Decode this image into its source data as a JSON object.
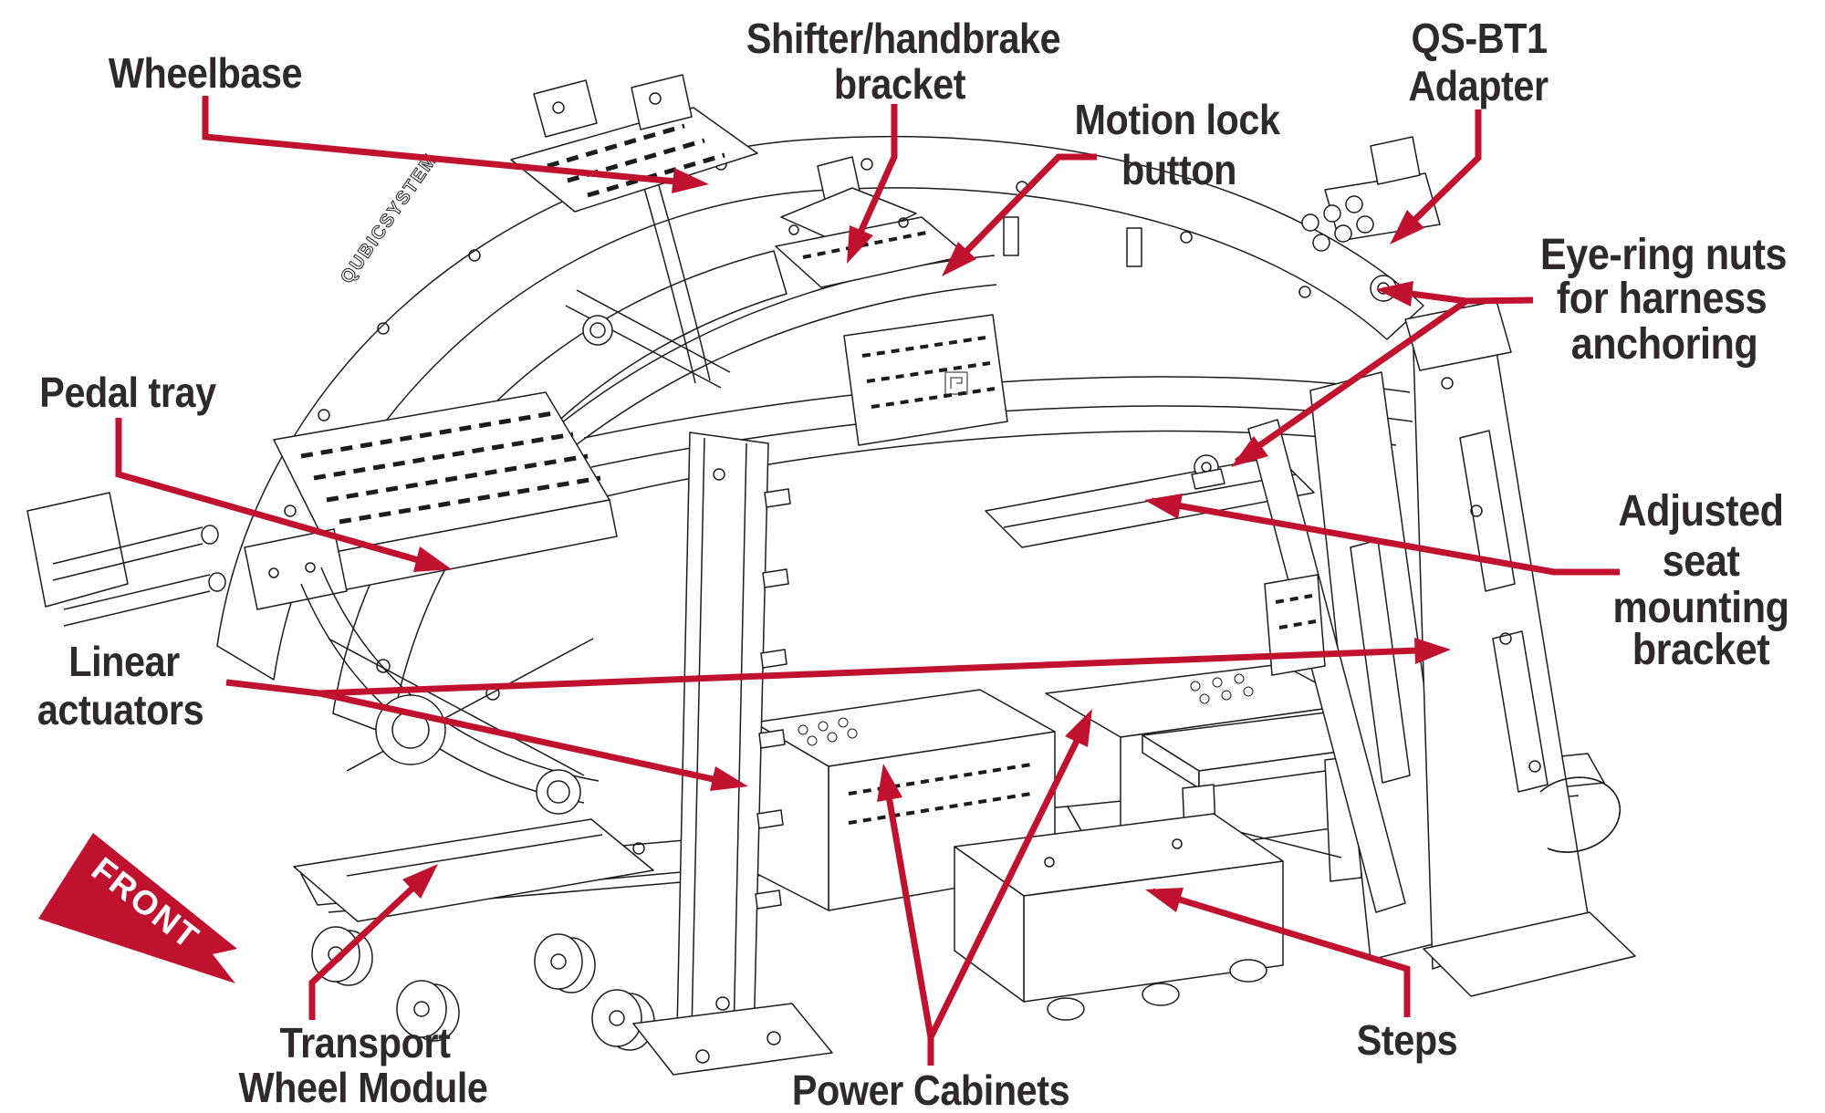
{
  "colors": {
    "accent": "#c0122f",
    "ink": "#2e2a2b",
    "line_art": "#1c1c1c"
  },
  "labels": {
    "wheelbase": {
      "lines": [
        "Wheelbase"
      ]
    },
    "shifter_bracket": {
      "lines": [
        "Shifter/handbrake",
        "bracket"
      ]
    },
    "motion_lock": {
      "lines": [
        "Motion lock",
        "button"
      ]
    },
    "qs_bt1_adapter": {
      "lines": [
        "QS-BT1",
        "Adapter"
      ]
    },
    "eye_ring_nuts": {
      "lines": [
        "Eye-ring nuts",
        "for harness",
        "anchoring"
      ]
    },
    "pedal_tray": {
      "lines": [
        "Pedal tray"
      ]
    },
    "linear_actuators": {
      "lines": [
        "Linear",
        "actuators"
      ]
    },
    "adjusted_seat": {
      "lines": [
        "Adjusted",
        "seat",
        "mounting",
        "bracket"
      ]
    },
    "transport_wheel": {
      "lines": [
        "Transport",
        "Wheel Module"
      ]
    },
    "power_cabinets": {
      "lines": [
        "Power Cabinets"
      ]
    },
    "steps": {
      "lines": [
        "Steps"
      ]
    }
  },
  "front_marker": "FRONT",
  "machine_branding": "QUBICSYSTEM"
}
